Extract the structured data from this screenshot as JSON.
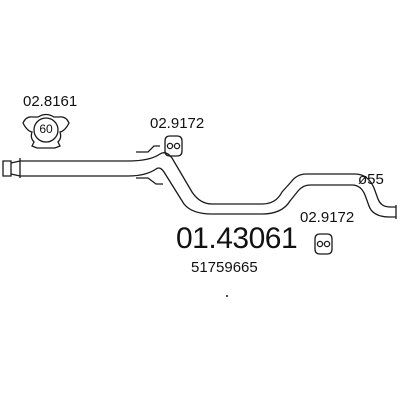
{
  "diagram": {
    "main_part_number": "01.43061",
    "oe_number": "51759665",
    "diameter_label": "ø55",
    "clamp": {
      "part_number": "02.8161",
      "size_label": "60"
    },
    "hanger_upper": {
      "part_number": "02.9172"
    },
    "hanger_lower": {
      "part_number": "02.9172"
    },
    "colors": {
      "line": "#1a1a1a",
      "background": "#ffffff"
    }
  }
}
